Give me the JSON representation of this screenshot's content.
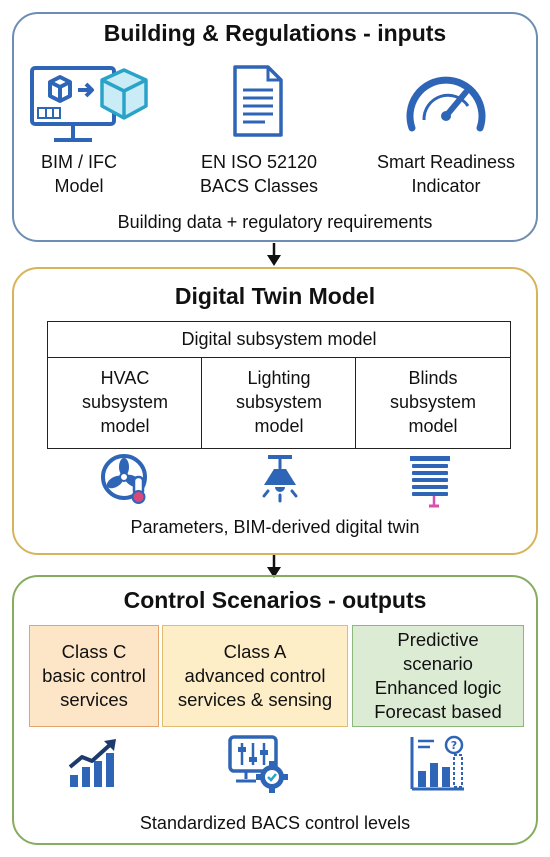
{
  "colors": {
    "panel1_border": "#6d8db2",
    "panel1_bg": "#ffffff",
    "panel2_border": "#d7b35a",
    "panel3_border": "#86ad5f",
    "icon_blue": "#2f65b6",
    "box_orange_bg": "#fde5c8",
    "box_orange_border": "#e5a56a",
    "box_yellow_bg": "#fdeec8",
    "box_yellow_border": "#dfbf6e",
    "box_green_bg": "#dcebd3",
    "box_green_border": "#8cb979"
  },
  "inputs": {
    "title": "Building & Regulations - inputs",
    "items": [
      {
        "icon": "bim-monitor-cube-icon",
        "label": "BIM / IFC\nModel"
      },
      {
        "icon": "document-icon",
        "label": "EN ISO 52120\nBACS Classes"
      },
      {
        "icon": "gauge-icon",
        "label": "Smart Readiness\nIndicator"
      }
    ],
    "caption": "Building data + regulatory requirements"
  },
  "twin": {
    "title": "Digital Twin Model",
    "table_header": "Digital subsystem model",
    "subsystems": [
      {
        "icon": "hvac-fan-thermometer-icon",
        "label": "HVAC\nsubsystem\nmodel"
      },
      {
        "icon": "ceiling-lamp-icon",
        "label": "Lighting\nsubsystem\nmodel"
      },
      {
        "icon": "window-blinds-icon",
        "label": "Blinds\nsubsystem\nmodel"
      }
    ],
    "caption": "Parameters, BIM-derived digital twin"
  },
  "outputs": {
    "title": "Control Scenarios - outputs",
    "boxes": [
      {
        "label": "Class C\nbasic control\nservices",
        "icon": "growth-bar-chart-icon"
      },
      {
        "label": "Class A\nadvanced control\nservices & sensing",
        "icon": "control-panel-gear-icon"
      },
      {
        "label": "Predictive\nscenario\nEnhanced logic\nForecast based",
        "icon": "forecast-chart-icon"
      }
    ],
    "caption": "Standardized BACS control levels"
  }
}
